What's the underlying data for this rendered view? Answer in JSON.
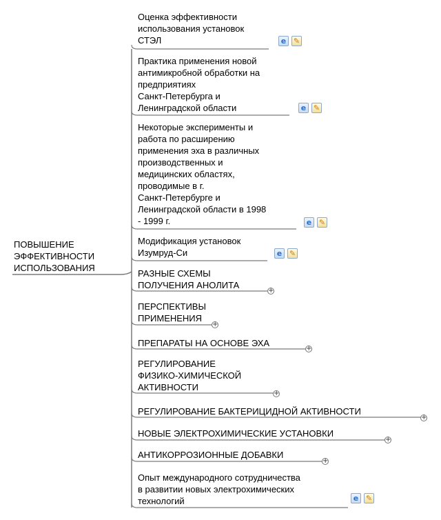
{
  "root": {
    "label": "ПОВЫШЕНИЕ\nЭФФЕКТИВНОСТИ\nИСПОЛЬЗОВАНИЯ"
  },
  "nodes": [
    {
      "label": "Оценка эффективности\nиспользования установок\nСТЭЛ",
      "icons": [
        "ie-icon",
        "note-icon"
      ]
    },
    {
      "label": "Практика применения новой\nантимикробной обработки на\nпредприятиях\nСанкт-Петербурга и\nЛенинградской области",
      "icons": [
        "ie-icon",
        "note-icon"
      ]
    },
    {
      "label": "Некоторые эксперименты и\nработа по расширению\nприменения эха в различных\nпроизводственных и\nмедицинских областях,\nпроводимые в г.\nСанкт-Петербурге и\nЛенинградской области в 1998\n- 1999 г.",
      "icons": [
        "ie-icon",
        "note-icon"
      ]
    },
    {
      "label": "Модификация установок\nИзумруд-Си",
      "icons": [
        "ie-icon",
        "note-icon"
      ]
    },
    {
      "label": "РАЗНЫЕ СХЕМЫ\nПОЛУЧЕНИЯ АНОЛИТА",
      "expandable": true
    },
    {
      "label": "ПЕРСПЕКТИВЫ\nПРИМЕНЕНИЯ",
      "expandable": true
    },
    {
      "label": "ПРЕПАРАТЫ НА ОСНОВЕ ЭХА",
      "expandable": true
    },
    {
      "label": "РЕГУЛИРОВАНИЕ\nФИЗИКО-ХИМИЧЕСКОЙ\nАКТИВНОСТИ",
      "expandable": true
    },
    {
      "label": "РЕГУЛИРОВАНИЕ БАКТЕРИЦИДНОЙ АКТИВНОСТИ",
      "expandable": true
    },
    {
      "label": "НОВЫЕ ЭЛЕКТРОХИМИЧЕСКИЕ УСТАНОВКИ",
      "expandable": true
    },
    {
      "label": "АНТИКОРРОЗИОННЫЕ ДОБАВКИ",
      "expandable": true
    },
    {
      "label": "Опыт международного сотрудничества\nв развитии новых электрохимических\nтехнологий",
      "icons": [
        "ie-icon",
        "note-icon"
      ]
    }
  ],
  "icon_glyphs": {
    "ie-icon": "e",
    "note-icon": "✎",
    "expand-icon": "+"
  },
  "colors": {
    "line": "#7a7a7a",
    "text": "#000000"
  }
}
